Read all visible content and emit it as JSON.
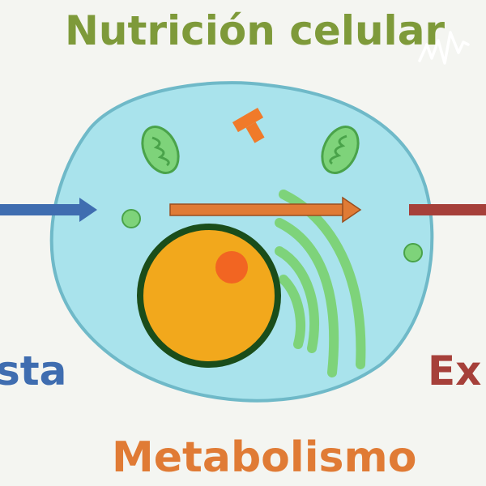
{
  "title": "Nutrición celular",
  "left_label": "sta",
  "right_label": "Ex",
  "bottom_label": "Metabolismo",
  "colors": {
    "title": "#7e9a3a",
    "left": "#3f6db0",
    "right": "#a6403a",
    "bottom": "#e07b35",
    "cytoplasm": "#a9e3ec",
    "membrane": "#6fb9c8",
    "organelle": "#7ed37a",
    "nucleus": "#f2a81c",
    "nucleolus": "#f26522"
  },
  "logo": "podcast-wave-logo"
}
